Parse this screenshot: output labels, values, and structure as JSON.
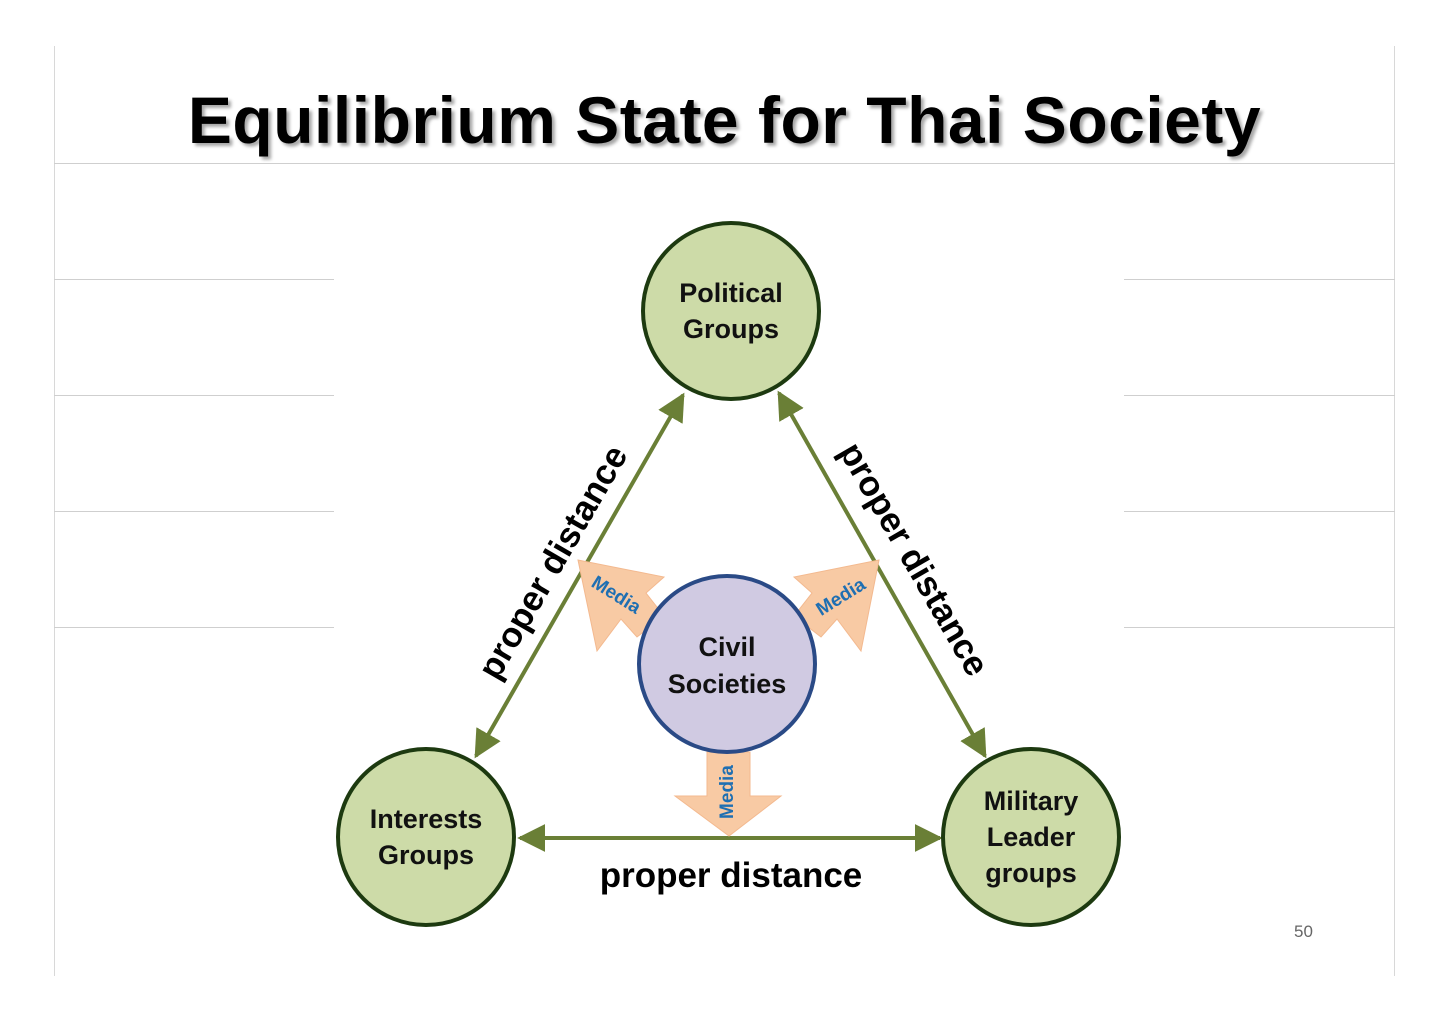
{
  "slide": {
    "title": "Equilibrium State for Thai Society",
    "page_number": "50"
  },
  "nodes": {
    "political": [
      "Political",
      "Groups"
    ],
    "civil": [
      "Civil",
      "Societies"
    ],
    "interests": [
      "Interests",
      "Groups"
    ],
    "military": [
      "Military",
      "Leader",
      "groups"
    ]
  },
  "edges": {
    "left_label": "proper distance",
    "right_label": "proper distance",
    "bottom_label": "proper distance"
  },
  "media": {
    "left": "Media",
    "right": "Media",
    "bottom": "Media"
  },
  "colors": {
    "outer_circle_fill": "#cddba8",
    "outer_circle_stroke": "#1d3a10",
    "civil_fill": "#d0cae2",
    "civil_stroke": "#2a4a86",
    "connector": "#6a7f36",
    "media_arrow": "#f8caa4",
    "media_text": "#1f6fb2"
  }
}
